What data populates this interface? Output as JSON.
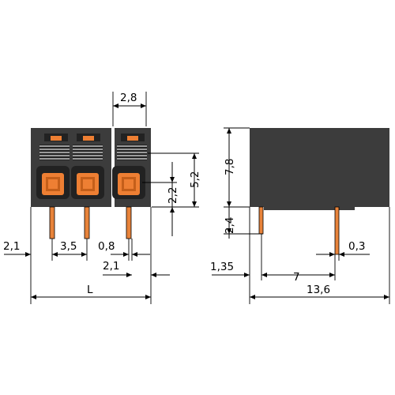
{
  "colors": {
    "housing": "#3c3c3c",
    "housing_dark": "#222222",
    "button": "#ee7f33",
    "button_dark": "#c45f1a",
    "pin": "#e8833a",
    "line": "#000000",
    "background": "#ffffff"
  },
  "dims": {
    "pitch_top": "2,8",
    "height_7_8": "7,8",
    "height_5_2": "5,2",
    "height_2_2": "2,2",
    "pin_2_4": "2,4",
    "left_2_1": "2,1",
    "pitch_3_5": "3,5",
    "pin_0_8": "0,8",
    "right_2_1": "2,1",
    "offset_1_35": "1,35",
    "side_7": "7",
    "side_0_3": "0,3",
    "width_L": "L",
    "depth_13_6": "13,6"
  }
}
